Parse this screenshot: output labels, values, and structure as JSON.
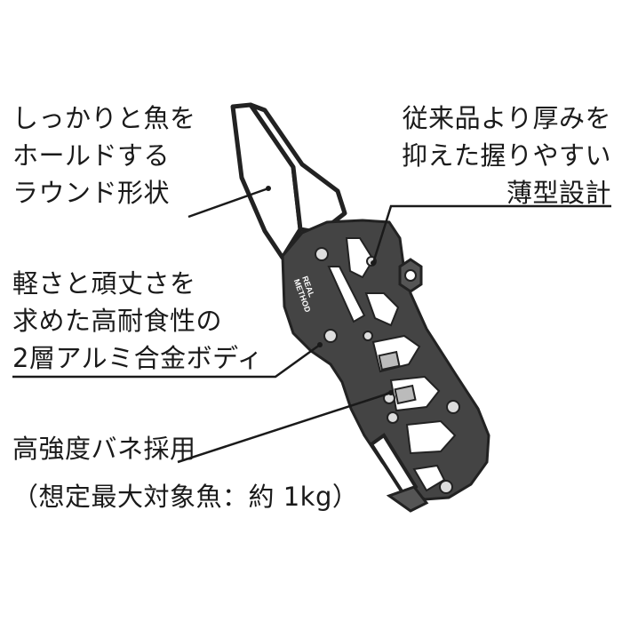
{
  "callouts": {
    "grip_shape": [
      "しっかりと魚を",
      "ホールドする",
      "ラウンド形状"
    ],
    "thin_handle": [
      "従来品より厚みを",
      "抑えた握りやすい",
      "薄型設計"
    ],
    "body_material": [
      "軽さと頑丈さを",
      "求めた高耐食性の",
      "2層アルミ合金ボディ"
    ],
    "spring": [
      "高強度バネ採用"
    ],
    "capacity_note": "（想定最大対象魚：約 1kg）"
  },
  "logo_text": [
    "REAL",
    "METHOD"
  ],
  "colors": {
    "body": "#444444",
    "outline": "#222222",
    "line": "#1a1a1a",
    "hole_fill": "#ffffff"
  }
}
